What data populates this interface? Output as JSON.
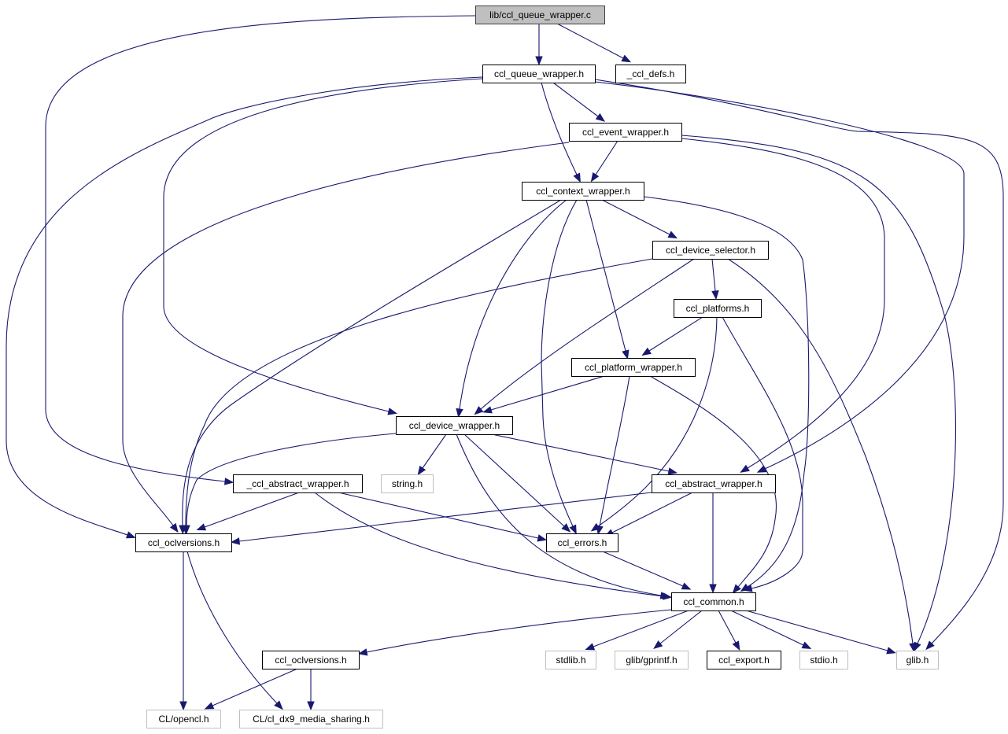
{
  "diagram": {
    "title": "Include dependency graph for lib/ccl_queue_wrapper.c",
    "colors": {
      "edge": "#191970",
      "root_fill": "#bfbfbf",
      "external_border": "#bfbfbf"
    },
    "nodes": [
      {
        "id": "root",
        "label": "lib/ccl_queue_wrapper.c",
        "kind": "root"
      },
      {
        "id": "queue_h",
        "label": "ccl_queue_wrapper.h",
        "kind": "normal"
      },
      {
        "id": "defs",
        "label": "_ccl_defs.h",
        "kind": "normal"
      },
      {
        "id": "event",
        "label": "ccl_event_wrapper.h",
        "kind": "normal"
      },
      {
        "id": "context",
        "label": "ccl_context_wrapper.h",
        "kind": "normal"
      },
      {
        "id": "selector",
        "label": "ccl_device_selector.h",
        "kind": "normal"
      },
      {
        "id": "platforms",
        "label": "ccl_platforms.h",
        "kind": "normal"
      },
      {
        "id": "platform",
        "label": "ccl_platform_wrapper.h",
        "kind": "normal"
      },
      {
        "id": "device",
        "label": "ccl_device_wrapper.h",
        "kind": "normal"
      },
      {
        "id": "abs_priv",
        "label": "_ccl_abstract_wrapper.h",
        "kind": "normal"
      },
      {
        "id": "string",
        "label": "string.h",
        "kind": "external"
      },
      {
        "id": "abs",
        "label": "ccl_abstract_wrapper.h",
        "kind": "normal"
      },
      {
        "id": "oclv1",
        "label": "ccl_oclversions.h",
        "kind": "normal"
      },
      {
        "id": "errors",
        "label": "ccl_errors.h",
        "kind": "normal"
      },
      {
        "id": "common",
        "label": "ccl_common.h",
        "kind": "normal"
      },
      {
        "id": "oclv2",
        "label": "ccl_oclversions.h",
        "kind": "normal"
      },
      {
        "id": "stdlib",
        "label": "stdlib.h",
        "kind": "external"
      },
      {
        "id": "gprintf",
        "label": "glib/gprintf.h",
        "kind": "external"
      },
      {
        "id": "export",
        "label": "ccl_export.h",
        "kind": "normal"
      },
      {
        "id": "stdio",
        "label": "stdio.h",
        "kind": "external"
      },
      {
        "id": "glib",
        "label": "glib.h",
        "kind": "external"
      },
      {
        "id": "opencl",
        "label": "CL/opencl.h",
        "kind": "external"
      },
      {
        "id": "dx9",
        "label": "CL/cl_dx9_media_sharing.h",
        "kind": "external"
      }
    ],
    "edges": [
      {
        "from": "root",
        "to": "queue_h"
      },
      {
        "from": "root",
        "to": "defs"
      },
      {
        "from": "root",
        "to": "abs_priv"
      },
      {
        "from": "queue_h",
        "to": "event"
      },
      {
        "from": "queue_h",
        "to": "context"
      },
      {
        "from": "queue_h",
        "to": "device"
      },
      {
        "from": "queue_h",
        "to": "oclv1"
      },
      {
        "from": "queue_h",
        "to": "abs"
      },
      {
        "from": "queue_h",
        "to": "glib"
      },
      {
        "from": "event",
        "to": "context"
      },
      {
        "from": "event",
        "to": "oclv1"
      },
      {
        "from": "event",
        "to": "abs"
      },
      {
        "from": "event",
        "to": "glib"
      },
      {
        "from": "context",
        "to": "selector"
      },
      {
        "from": "context",
        "to": "platform"
      },
      {
        "from": "context",
        "to": "device"
      },
      {
        "from": "context",
        "to": "oclv1"
      },
      {
        "from": "context",
        "to": "errors"
      },
      {
        "from": "context",
        "to": "common"
      },
      {
        "from": "selector",
        "to": "platforms"
      },
      {
        "from": "selector",
        "to": "device"
      },
      {
        "from": "selector",
        "to": "oclv1"
      },
      {
        "from": "selector",
        "to": "glib"
      },
      {
        "from": "platforms",
        "to": "platform"
      },
      {
        "from": "platforms",
        "to": "errors"
      },
      {
        "from": "platforms",
        "to": "common"
      },
      {
        "from": "platform",
        "to": "device"
      },
      {
        "from": "platform",
        "to": "errors"
      },
      {
        "from": "platform",
        "to": "common"
      },
      {
        "from": "device",
        "to": "string"
      },
      {
        "from": "device",
        "to": "abs"
      },
      {
        "from": "device",
        "to": "oclv1"
      },
      {
        "from": "device",
        "to": "errors"
      },
      {
        "from": "device",
        "to": "common"
      },
      {
        "from": "abs_priv",
        "to": "oclv1"
      },
      {
        "from": "abs_priv",
        "to": "errors"
      },
      {
        "from": "abs_priv",
        "to": "common"
      },
      {
        "from": "abs",
        "to": "oclv1"
      },
      {
        "from": "abs",
        "to": "errors"
      },
      {
        "from": "abs",
        "to": "common"
      },
      {
        "from": "oclv1",
        "to": "opencl"
      },
      {
        "from": "oclv1",
        "to": "dx9"
      },
      {
        "from": "errors",
        "to": "common"
      },
      {
        "from": "common",
        "to": "oclv2"
      },
      {
        "from": "common",
        "to": "stdlib"
      },
      {
        "from": "common",
        "to": "gprintf"
      },
      {
        "from": "common",
        "to": "export"
      },
      {
        "from": "common",
        "to": "stdio"
      },
      {
        "from": "common",
        "to": "glib"
      },
      {
        "from": "oclv2",
        "to": "opencl"
      },
      {
        "from": "oclv2",
        "to": "dx9"
      }
    ]
  }
}
